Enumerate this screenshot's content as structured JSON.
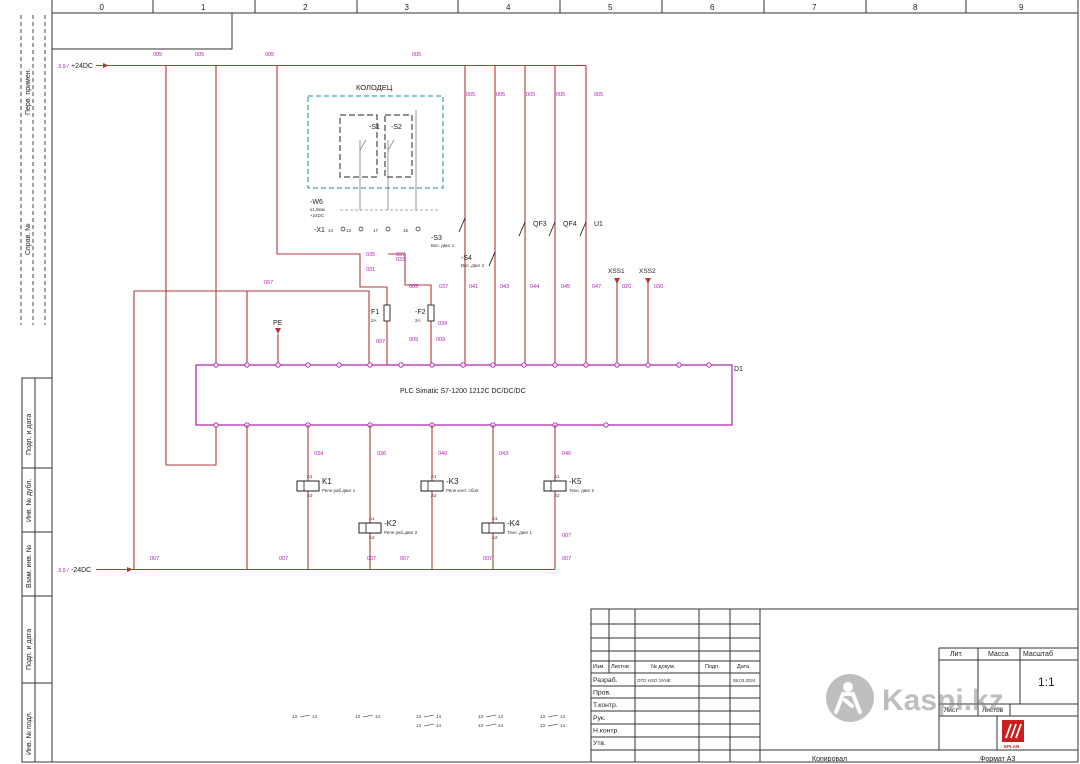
{
  "columns": [
    "0",
    "1",
    "2",
    "3",
    "4",
    "5",
    "6",
    "7",
    "8",
    "9"
  ],
  "left_margin_labels": [
    "Перв. примен.",
    "Справ. №",
    "Подп. и дата",
    "Инв. № дубл.",
    "Взам. инв. №",
    "Подп. и дата",
    "Инв. № подл."
  ],
  "power": {
    "plus": "+24DC",
    "minus": "-24DC",
    "plus_ref": "3.9 /",
    "minus_ref": "3.9 /"
  },
  "well": {
    "title": "КОЛОДЕЦ",
    "s1": "-S1",
    "s2": "-S2"
  },
  "cable": {
    "name": "-W6",
    "spec1": "x1,5мм",
    "spec2": "+24DC"
  },
  "terminal": {
    "name": "-X1",
    "pins": [
      "14",
      "13",
      "17",
      "16"
    ]
  },
  "switches": [
    {
      "name": "-S3",
      "desc": "Вкл. двиг 1"
    },
    {
      "name": "-S4",
      "desc": "Вкл. двиг 2"
    },
    {
      "name": "QF3",
      "desc": ""
    },
    {
      "name": "QF4",
      "desc": ""
    },
    {
      "name": "U1",
      "desc": ""
    }
  ],
  "sockets": [
    "XSS1",
    "XSS2"
  ],
  "fuses": [
    {
      "name": "F1",
      "rating": "2A"
    },
    {
      "name": "-F2",
      "rating": "2A"
    }
  ],
  "pe": "PE",
  "plc": {
    "name": "D1",
    "title": "PLC Simatic S7-1200 1212C DC/DC/DC"
  },
  "relays": [
    {
      "name": "K1",
      "desc": "Реле раб.двиг 1"
    },
    {
      "name": "-K2",
      "desc": "Реле раб.двиг 2"
    },
    {
      "name": "-K3",
      "desc": "Реле конт. сбоя"
    },
    {
      "name": "-K4",
      "desc": "Техн. двиг 1"
    },
    {
      "name": "-K5",
      "desc": "Техн. двиг 2"
    }
  ],
  "wire_numbers": {
    "top": [
      "005",
      "005",
      "005",
      "005",
      "005",
      "005",
      "005",
      "005",
      "005"
    ],
    "mid": [
      "035",
      "037",
      "031",
      "033",
      "005",
      "037",
      "041",
      "043",
      "044",
      "045",
      "047",
      "020",
      "030"
    ],
    "lower": [
      "007",
      "007",
      "009",
      "009",
      "039"
    ],
    "bottom": [
      "034",
      "036",
      "040",
      "043",
      "046"
    ],
    "neg": [
      "007",
      "007",
      "007",
      "007",
      "007",
      "007",
      "007"
    ]
  },
  "title_block": {
    "headers": [
      "Изм.",
      "Листов",
      "№ докум.",
      "Подп.",
      "Дата"
    ],
    "rows": [
      "Разраб.",
      "Пров.",
      "Т.контр.",
      "Рук.",
      "Н.контр.",
      "Утв."
    ],
    "developer": "ОТО НЗО ЭУНЕ",
    "date": "08.03.2024",
    "lit": "Лит.",
    "mass": "Масса",
    "scale_label": "Масштаб",
    "scale": "1:1",
    "sheet": "Лист",
    "sheets": "Листов",
    "copied": "Копировал",
    "format": "Формат А3",
    "logo": "EPLAN"
  },
  "watermark": "Kaspi.kz",
  "contacts_note": [
    "13",
    "14"
  ]
}
